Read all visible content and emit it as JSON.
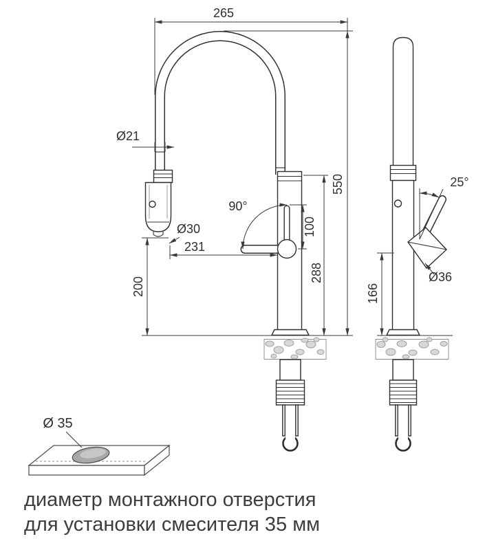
{
  "caption": {
    "line1": "диаметр монтажного отверстия",
    "line2": "для установки смесителя 35 мм"
  },
  "dims": {
    "top_width": "265",
    "hose_diameter": "Ø21",
    "total_height": "550",
    "swivel_angle": "90°",
    "head_diameter": "Ø30",
    "spout_reach": "231",
    "lever_height": "100",
    "spout_height": "288",
    "hose_length": "200",
    "side_height": "166",
    "lever_angle": "25°",
    "handle_diameter": "Ø36",
    "hole_diameter": "Ø 35"
  },
  "colors": {
    "line": "#2f2f2f",
    "dimension": "#3a3a3a",
    "caption_text": "#3d3d3d",
    "hole_fill": "#a8a8a8"
  }
}
